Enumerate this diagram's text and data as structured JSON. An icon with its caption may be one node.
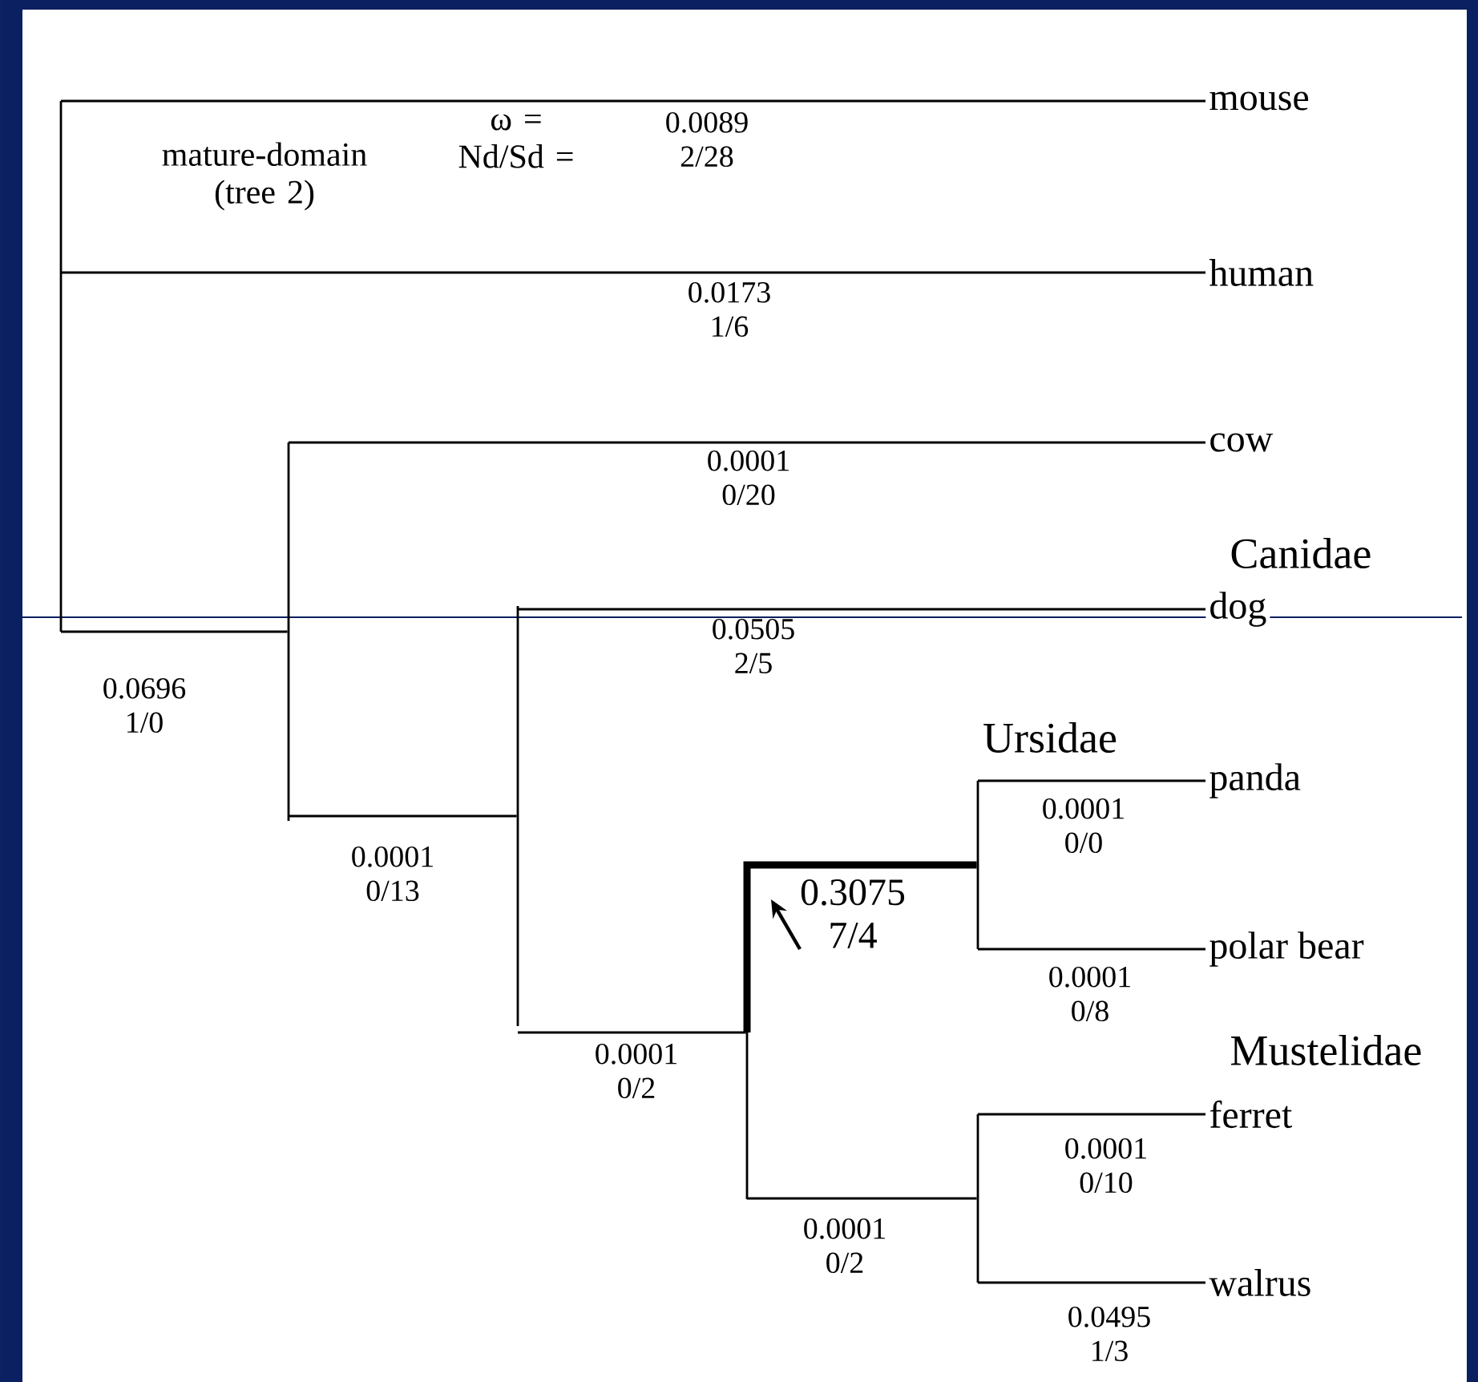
{
  "diagram": {
    "nodes": [
      {
        "text": [],
        "shape": "bar"
      },
      {
        "text": [
          "mouse"
        ]
      },
      {
        "text": [
          "human"
        ]
      },
      {
        "text": [],
        "shape": "bar"
      },
      {
        "text": [
          "cow"
        ]
      },
      {
        "text": [],
        "shape": "bar"
      },
      {
        "text": [
          "dog"
        ]
      },
      {
        "text": [],
        "shape": "bar"
      },
      {
        "text": [],
        "shape": "bar"
      },
      {
        "text": [
          "panda"
        ]
      },
      {
        "text": [
          "polar bear"
        ]
      },
      {
        "text": [],
        "shape": "bar"
      },
      {
        "text": [
          "ferret"
        ]
      },
      {
        "text": [
          "walrus"
        ]
      }
    ],
    "edges": [
      {
        "from": 0,
        "to": 1,
        "arrow": "none",
        "label": "0.0089 2/28"
      },
      {
        "from": 0,
        "to": 2,
        "arrow": "none",
        "label": "0.0173 1/6"
      },
      {
        "from": 0,
        "to": 3,
        "arrow": "none",
        "label": "0.0696 1/0"
      },
      {
        "from": 3,
        "to": 4,
        "arrow": "none",
        "label": "0.0001 0/20"
      },
      {
        "from": 3,
        "to": 5,
        "arrow": "none",
        "label": "0.0001 0/13"
      },
      {
        "from": 5,
        "to": 6,
        "arrow": "none",
        "label": "0.0505 2/5"
      },
      {
        "from": 5,
        "to": 7,
        "arrow": "none",
        "label": "0.0001 0/2"
      },
      {
        "from": 7,
        "to": 8,
        "arrow": "none",
        "label": "0.3075 7/4",
        "style": "thick"
      },
      {
        "from": 8,
        "to": 9,
        "arrow": "none",
        "label": "0.0001 0/0"
      },
      {
        "from": 8,
        "to": 10,
        "arrow": "none",
        "label": "0.0001 0/8"
      },
      {
        "from": 7,
        "to": 11,
        "arrow": "none",
        "label": "0.0001 0/2"
      },
      {
        "from": 11,
        "to": 12,
        "arrow": "none",
        "label": "0.0001 0/10"
      },
      {
        "from": 11,
        "to": 13,
        "arrow": "none",
        "label": "0.0495 1/3"
      }
    ],
    "labels": [
      "mature-domain (tree 2)",
      "ω = Nd/Sd =",
      "Canidae",
      "Ursidae",
      "Mustelidae"
    ]
  }
}
